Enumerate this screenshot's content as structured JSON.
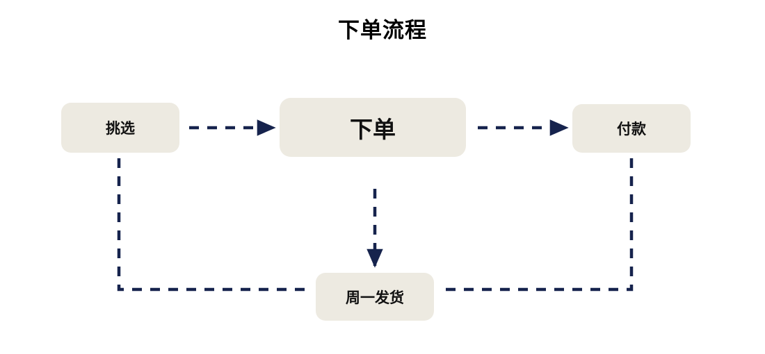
{
  "diagram": {
    "title": "下单流程",
    "type": "flowchart",
    "background_color": "#ffffff",
    "node_fill_color": "#edeae1",
    "node_text_color": "#111111",
    "connector_color": "#16234d",
    "connector_style": "dashed",
    "nodes": [
      {
        "id": "pick",
        "label": "挑选",
        "shape": "rounded-rectangle"
      },
      {
        "id": "order",
        "label": "下单",
        "shape": "rounded-rectangle"
      },
      {
        "id": "pay",
        "label": "付款",
        "shape": "rounded-rectangle"
      },
      {
        "id": "ship",
        "label": "周一发货",
        "shape": "rounded-rectangle"
      }
    ],
    "edges": [
      {
        "id": "pick-to-order",
        "from": "pick",
        "to": "order",
        "arrowhead": true,
        "direction": "right"
      },
      {
        "id": "order-to-pay",
        "from": "order",
        "to": "pay",
        "arrowhead": true,
        "direction": "right"
      },
      {
        "id": "order-to-ship",
        "from": "order",
        "to": "ship",
        "arrowhead": true,
        "direction": "down"
      },
      {
        "id": "pick-to-ship",
        "from": "pick",
        "to": "ship",
        "arrowhead": false,
        "direction": "down-right"
      },
      {
        "id": "pay-to-ship",
        "from": "pay",
        "to": "ship",
        "arrowhead": false,
        "direction": "down-left"
      }
    ]
  }
}
